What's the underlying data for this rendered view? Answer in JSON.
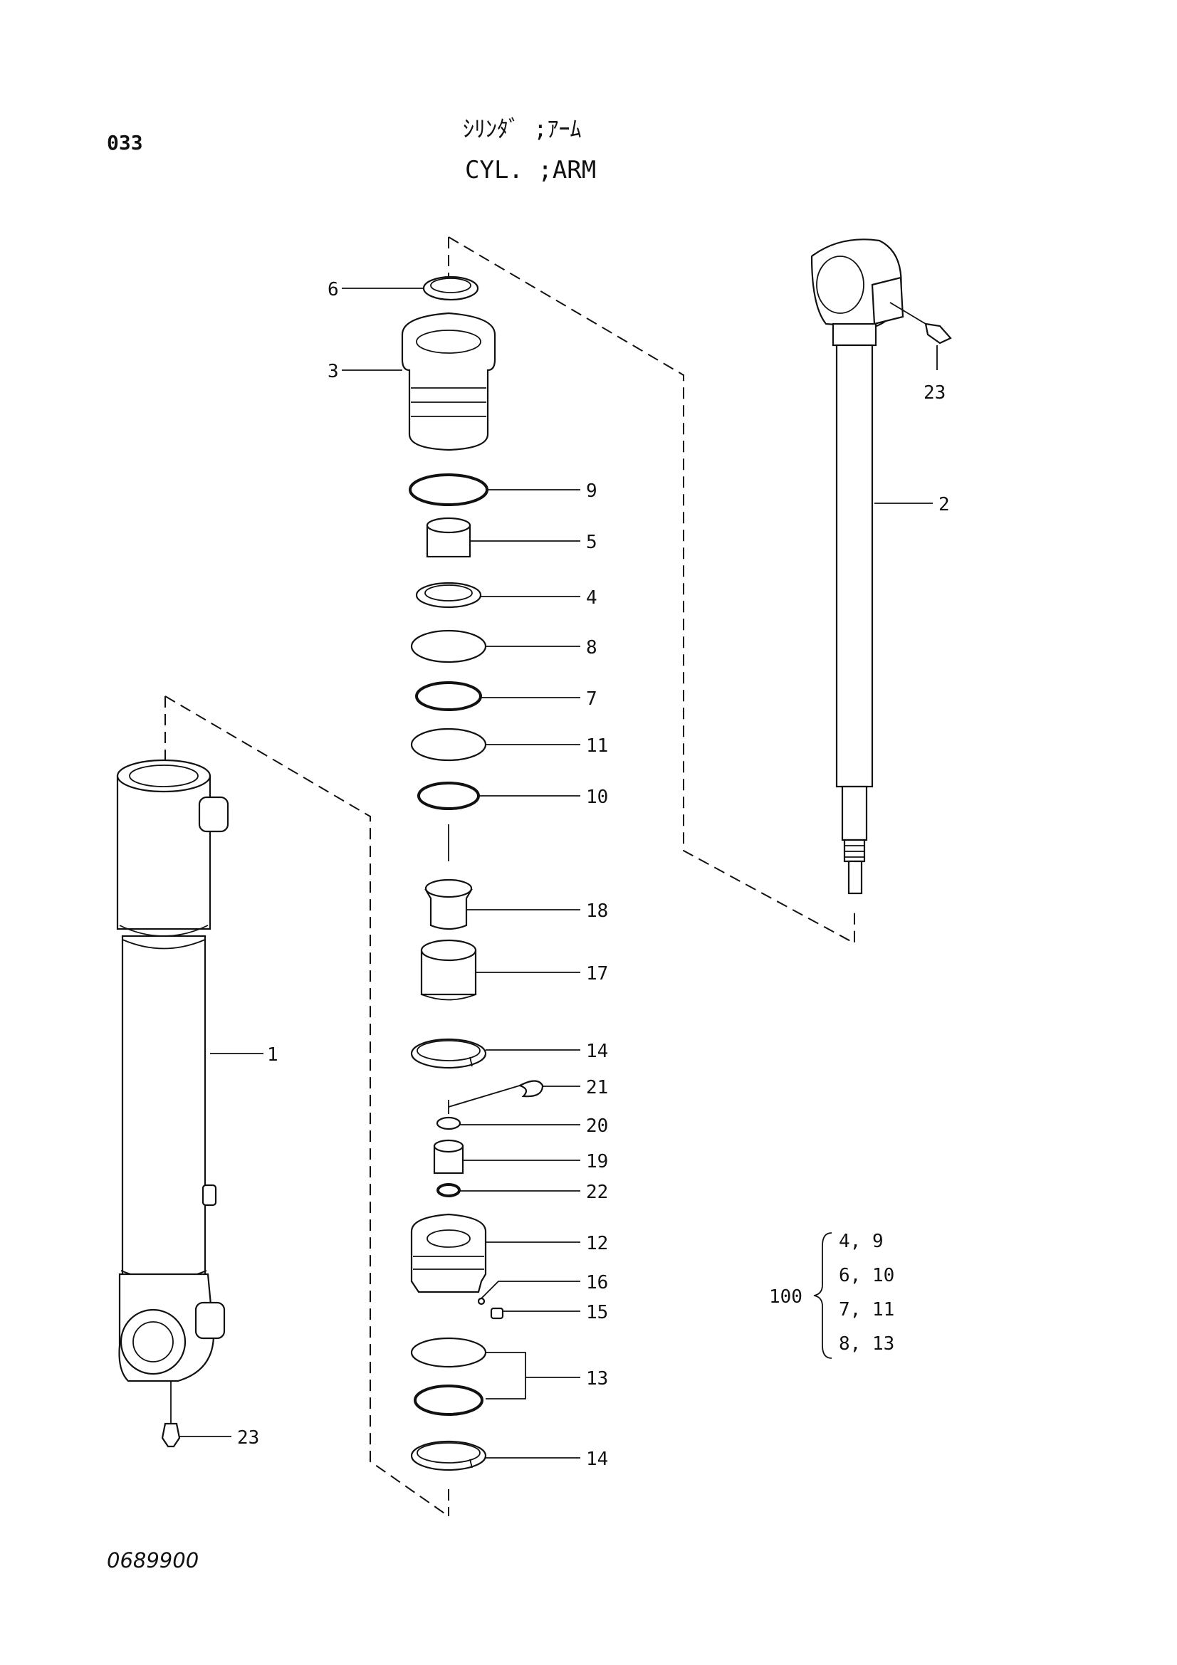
{
  "header": {
    "page_code": "033",
    "title_jp": "ｼﾘﾝﾀﾞ ;ｱｰﾑ",
    "title_en": "CYL. ;ARM"
  },
  "footer": {
    "drawing_number": "0689900"
  },
  "callouts": {
    "c1": "1",
    "c2": "2",
    "c3": "3",
    "c4": "4",
    "c5": "5",
    "c6": "6",
    "c7": "7",
    "c8": "8",
    "c9": "9",
    "c10": "10",
    "c11": "11",
    "c12": "12",
    "c13": "13",
    "c14a": "14",
    "c14b": "14",
    "c15": "15",
    "c16": "16",
    "c17": "17",
    "c18": "18",
    "c19": "19",
    "c20": "20",
    "c21": "21",
    "c22": "22",
    "c23a": "23",
    "c23b": "23"
  },
  "kit": {
    "label": "100",
    "items": [
      "4, 9",
      "6, 10",
      "7, 11",
      "8, 13"
    ]
  }
}
